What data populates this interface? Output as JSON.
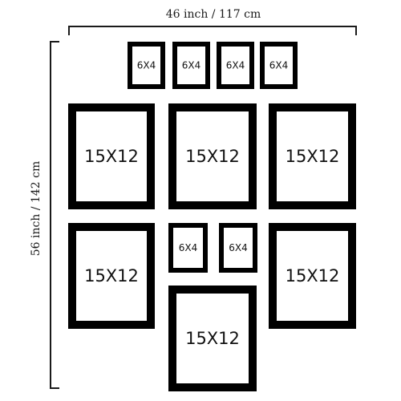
{
  "dimensions": {
    "width_label": "46 inch / 117 cm",
    "height_label": "56 inch / 142 cm"
  },
  "frames": [
    {
      "id": "small-1",
      "size": "6X4"
    },
    {
      "id": "small-2",
      "size": "6X4"
    },
    {
      "id": "small-3",
      "size": "6X4"
    },
    {
      "id": "small-4",
      "size": "6X4"
    },
    {
      "id": "large-1",
      "size": "15X12"
    },
    {
      "id": "large-2",
      "size": "15X12"
    },
    {
      "id": "large-3",
      "size": "15X12"
    },
    {
      "id": "large-4",
      "size": "15X12"
    },
    {
      "id": "small-5",
      "size": "6X4"
    },
    {
      "id": "small-6",
      "size": "6X4"
    },
    {
      "id": "large-5",
      "size": "15X12"
    },
    {
      "id": "large-6",
      "size": "15X12"
    }
  ],
  "colors": {
    "frame": "#000000",
    "background": "#ffffff",
    "line": "#1a1a1a"
  }
}
